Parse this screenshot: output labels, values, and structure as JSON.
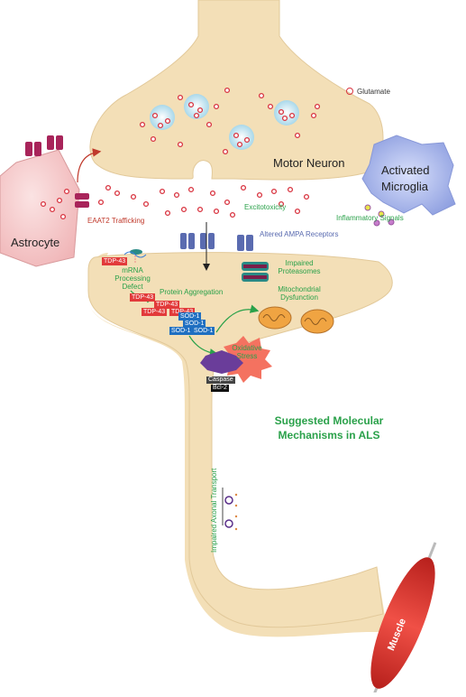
{
  "labels": {
    "glutamate": "Glutamate",
    "motor_neuron": "Motor Neuron",
    "activated_microglia": "Activated Microglia",
    "astrocyte": "Astrocyte",
    "eaat2": "EAAT2 Trafficking",
    "excitotoxicity": "Excitotoxicity",
    "inflammatory": "Inflammatory Signals",
    "ampa": "Altered AMPA Receptors",
    "mrna": "mRNA Processing Defect",
    "impaired_proteasomes": "Impaired Proteasomes",
    "protein_aggregation": "Protein Aggregation",
    "mito": "Mitochondrial Dysfunction",
    "oxidative": "Oxidative Stress",
    "caspase": "Caspase",
    "bcl2": "Bcl-2",
    "axonal": "Impaired Axonal Transport",
    "title": "Suggested Molecular Mechanisms in ALS",
    "muscle": "Muscle"
  },
  "tags": {
    "tdp": [
      "TDP-43",
      "TDP-43",
      "TDP-43",
      "TDP-43",
      "TDP-43"
    ],
    "sod": [
      "SOD-1",
      "SOD-1",
      "SOD-1",
      "SOD-1"
    ]
  },
  "colors": {
    "neuron": "#f3dfb7",
    "glutamate": "#d8333f",
    "green_text": "#2aa14a",
    "microglia": "#a9b7ea",
    "astrocyte": "#f5c6c6",
    "receptor": "#5a6bb0",
    "muscle": "#e0352d"
  }
}
